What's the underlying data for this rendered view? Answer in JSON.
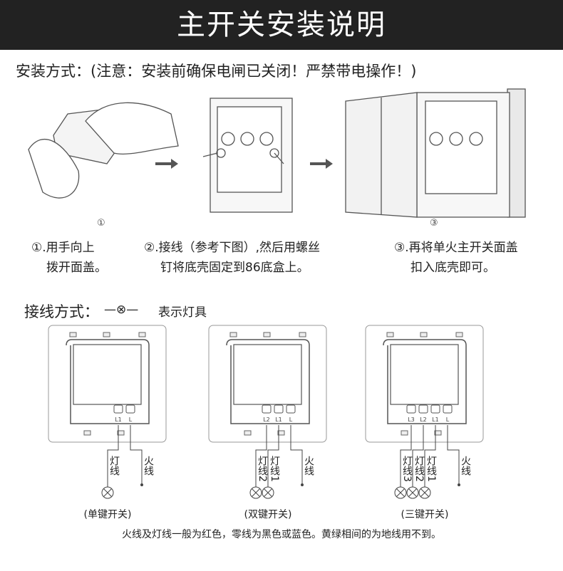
{
  "title": "主开关安装说明",
  "install": {
    "heading": "安装方式：(注意：安装前确保电闸已关闭！严禁带电操作！)",
    "steps": [
      {
        "num": "①",
        "line1": "①.用手向上",
        "line2": "拨开面盖。"
      },
      {
        "num": "②",
        "line1": "②.接线（参考下图）,然后用螺丝",
        "line2": "钉将底壳固定到86底盒上。"
      },
      {
        "num": "③",
        "line1": "③.再将单火主开关面盖",
        "line2": "扣入底壳即可。"
      }
    ]
  },
  "wiring": {
    "heading": "接线方式：",
    "legend_symbol": "—⊗—",
    "legend_text": "表示灯具",
    "diagrams": [
      {
        "caption": "(单键开关)",
        "terminals": [
          "L1",
          "L"
        ],
        "wires": [
          "灯线",
          "火线"
        ]
      },
      {
        "caption": "(双键开关)",
        "terminals": [
          "L2",
          "L1",
          "L"
        ],
        "wires": [
          "灯线2",
          "灯线1",
          "火线"
        ]
      },
      {
        "caption": "(三键开关)",
        "terminals": [
          "L3",
          "L2",
          "L1",
          "L"
        ],
        "wires": [
          "灯线3",
          "灯线2",
          "灯线1",
          "火线"
        ]
      }
    ]
  },
  "footer": "火线及灯线一般为红色，零线为黑色或蓝色。黄绿相间的为地线用不到。"
}
